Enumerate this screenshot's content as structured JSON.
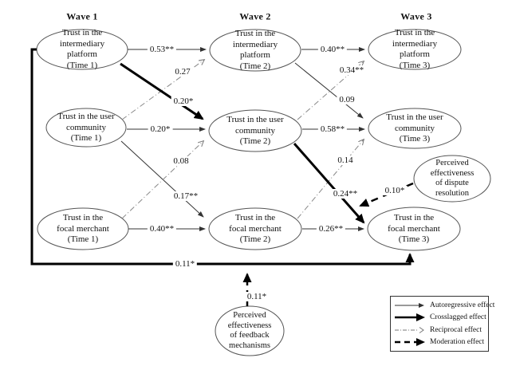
{
  "waves": {
    "wave1": "Wave 1",
    "wave2": "Wave 2",
    "wave3": "Wave 3"
  },
  "nodes": {
    "platform_t1": "Trust in the\nintermediary\nplatform\n(Time 1)",
    "platform_t2": "Trust in the\nintermediary\nplatform\n(Time 2)",
    "platform_t3": "Trust in the\nintermediary\nplatform\n(Time 3)",
    "community_t1": "Trust in the user\ncommunity\n(Time 1)",
    "community_t2": "Trust in the user\ncommunity\n(Time 2)",
    "community_t3": "Trust in the user\ncommunity\n(Time 3)",
    "merchant_t1": "Trust in the\nfocal merchant\n(Time 1)",
    "merchant_t2": "Trust in the\nfocal merchant\n(Time 2)",
    "merchant_t3": "Trust in the\nfocal merchant\n(Time 3)",
    "dispute": "Perceived\neffectiveness\nof dispute\nresolution",
    "feedback": "Perceived\neffectiveness\nof feedback\nmechanisms"
  },
  "coefficients": {
    "auto_platform_12": "0.53**",
    "auto_platform_23": "0.40**",
    "auto_community_12": "0.20*",
    "auto_community_23": "0.58**",
    "auto_merchant_12": "0.40**",
    "auto_merchant_23": "0.26**",
    "cross_platform1_community2": "0.20*",
    "cross_community2_merchant3": "0.24**",
    "cross_platform1_merchant3": "0.11*",
    "recip_community1_platform2": "0.27",
    "recip_merchant1_community2": "0.08",
    "recip_community2_platform3": "0.34**",
    "recip_merchant2_community3": "0.14",
    "lag_community1_merchant2": "0.17**",
    "lag_platform2_community3": "0.09",
    "mod_dispute": "0.10*",
    "mod_feedback": "0.11*"
  },
  "legend": {
    "items": [
      {
        "label": "Autoregressive effect"
      },
      {
        "label": "Crosslagged effect"
      },
      {
        "label": "Reciprocal effect"
      },
      {
        "label": "Moderation effect"
      }
    ]
  }
}
